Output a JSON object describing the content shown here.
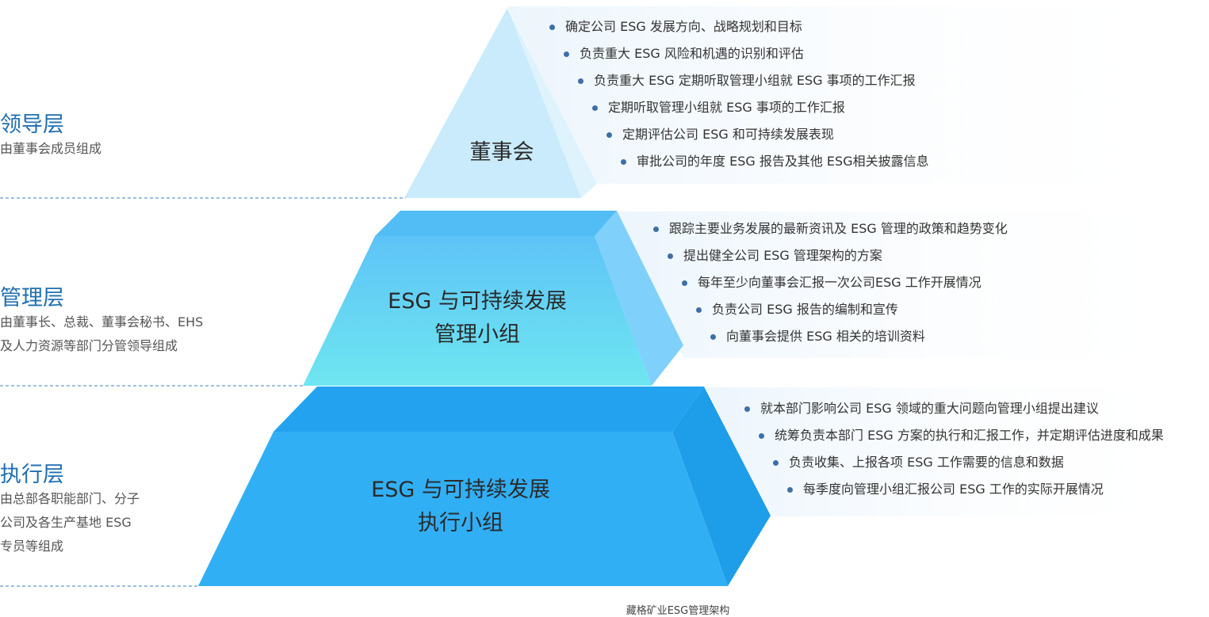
{
  "levels": [
    {
      "title": "领导层",
      "desc": [
        "由董事会成员组成"
      ]
    },
    {
      "title": "管理层",
      "desc": [
        "由董事长、总裁、董事会秘书、EHS",
        "及人力资源等部门分管领导组成"
      ]
    },
    {
      "title": "执行层",
      "desc": [
        "由总部各职能部门、分子",
        "公司及各生产基地 ESG",
        "专员等组成"
      ]
    }
  ],
  "tiers": [
    {
      "label": [
        "董事会"
      ],
      "bullets": [
        "确定公司 ESG 发展方向、战略规划和目标",
        "负责重大 ESG 风险和机遇的识别和评估",
        "负责重大 ESG 定期听取管理小组就 ESG 事项的工作汇报",
        "定期听取管理小组就 ESG 事项的工作汇报",
        "定期评估公司 ESG 和可持续发展表现",
        "审批公司的年度 ESG 报告及其他 ESG相关披露信息"
      ]
    },
    {
      "label": [
        "ESG 与可持续发展",
        "管理小组"
      ],
      "bullets": [
        "跟踪主要业务发展的最新资讯及 ESG 管理的政策和趋势变化",
        "提出健全公司 ESG 管理架构的方案",
        "每年至少向董事会汇报一次公司ESG 工作开展情况",
        "负责公司 ESG 报告的编制和宣传",
        "向董事会提供 ESG 相关的培训资料"
      ]
    },
    {
      "label": [
        "ESG 与可持续发展",
        "执行小组"
      ],
      "bullets": [
        "就本部门影响公司 ESG 领域的重大问题向管理小组提出建议",
        "统筹负责本部门 ESG 方案的执行和汇报工作，并定期评估进度和成果",
        "负责收集、上报各项 ESG 工作需要的信息和数据",
        "每季度向管理小组汇报公司 ESG 工作的实际开展情况"
      ]
    }
  ],
  "caption": "藏格矿业ESG管理架构",
  "colors": {
    "top_face": "#c9ebfb",
    "top_side": "#dff3fd",
    "mid_front_top": "#5ec3f7",
    "mid_front_bottom": "#6ee6f0",
    "mid_top": "#52bcf5",
    "mid_side": "#7fd0fb",
    "bot_front": "#31aff4",
    "bot_top": "#23a3ef",
    "bot_side": "#1e9de9",
    "title": "#1f6fb0",
    "bullet": "#3d6fa8",
    "divider": "#3e7fbf",
    "panel": "#f3f8fd"
  }
}
